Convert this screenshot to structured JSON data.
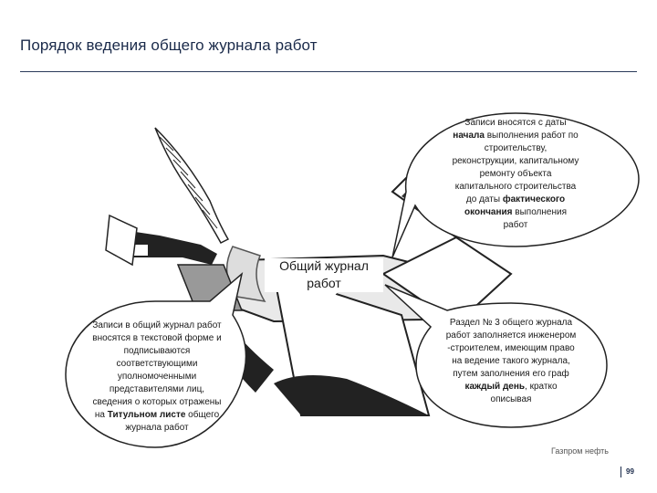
{
  "title": "Порядок ведения общего журнала работ",
  "center_label": {
    "line1": "Общий журнал",
    "line2": "работ"
  },
  "bubble_top": {
    "l1": "Записи вносятся с даты",
    "l2_bold": "начала",
    "l2_rest": " выполнения работ по",
    "l3": "строительству,",
    "l4": "реконструкции, капитальному",
    "l5": "ремонту объекта",
    "l6": "капитального строительства",
    "l7_pre": "до даты ",
    "l7_bold": "фактического",
    "l8_bold": "окончания",
    "l8_rest": " выполнения",
    "l9": "работ"
  },
  "bubble_left": {
    "l1": "Записи в общий журнал работ",
    "l2": "вносятся в текстовой форме и",
    "l3": "подписываются",
    "l4": "соответствующими",
    "l5": "уполномоченными",
    "l6": "представителями лиц,",
    "l7": "сведения о которых отражены",
    "l8_pre": "на ",
    "l8_bold": "Титульном листе",
    "l8_rest": " общего",
    "l9": "журнала работ"
  },
  "bubble_right": {
    "l1": "Раздел № 3 общего журнала",
    "l2": "работ заполняется инженером",
    "l3": "-строителем, имеющим право",
    "l4": "на ведение такого журнала,",
    "l5": "путем заполнения его граф",
    "l6_bold": "каждый день",
    "l6_rest": ", кратко",
    "l7": "описывая"
  },
  "footer": {
    "brand": "Газпром нефть",
    "page": "99"
  },
  "colors": {
    "title": "#1a2a4a",
    "rule": "#2a3a5a",
    "ink": "#1a1a1a"
  }
}
